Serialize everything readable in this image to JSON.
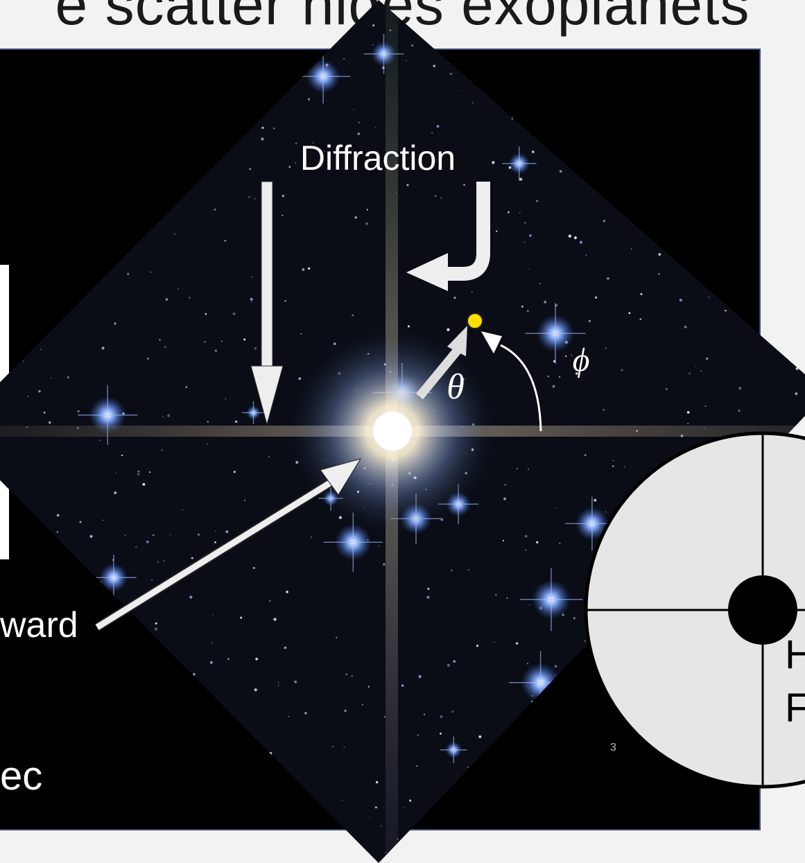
{
  "slide": {
    "title": "e scatter hides exoplanets",
    "left_word_1": "ward",
    "left_word_2": "ec",
    "page_number": "3"
  },
  "diagram": {
    "diffraction_label": "Diffraction",
    "theta_label": "θ",
    "phi_label": "ϕ",
    "planet_color": "#ffe000",
    "edge_letter_1": "H",
    "edge_letter_2": "F"
  }
}
